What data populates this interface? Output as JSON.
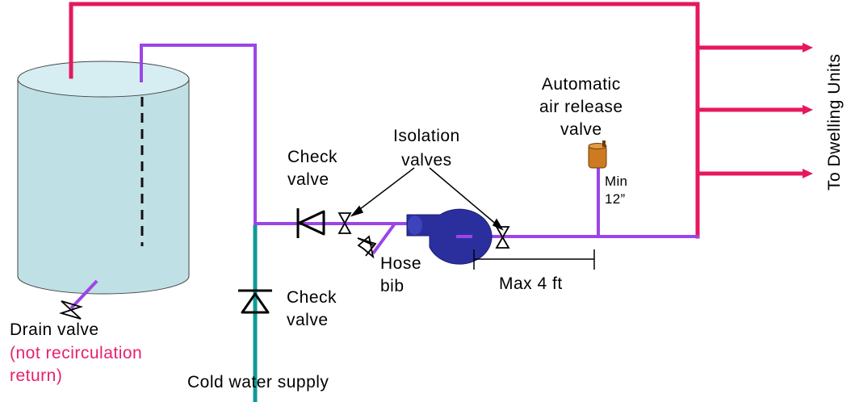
{
  "colors": {
    "hot_supply": "#e6175f",
    "recirc_return": "#9b45e8",
    "cold_supply": "#0f9a97",
    "tank_fill": "#bfe0e4",
    "tank_top": "#d6eef1",
    "pump": "#2b2f9e",
    "air_valve": "#cd7a20",
    "note_text": "#e8206d"
  },
  "labels": {
    "check_valve_upper": [
      "Check",
      "valve"
    ],
    "check_valve_lower": [
      "Check",
      "valve"
    ],
    "isolation_valves": [
      "Isolation",
      "valves"
    ],
    "automatic_air_release_valve": [
      "Automatic",
      "air release",
      "valve"
    ],
    "min_height": [
      "Min",
      "12”"
    ],
    "hose_bib": [
      "Hose",
      "bib"
    ],
    "max_distance": "Max 4 ft",
    "drain_valve": "Drain valve",
    "drain_note": [
      "(not recirculation",
      "return)"
    ],
    "cold_water_supply": "Cold water supply",
    "to_dwelling_units": "To Dwelling Units"
  },
  "icons": [
    "storage-tank",
    "check-valve",
    "gate-valve",
    "circulation-pump",
    "air-release-valve",
    "arrow-right"
  ]
}
